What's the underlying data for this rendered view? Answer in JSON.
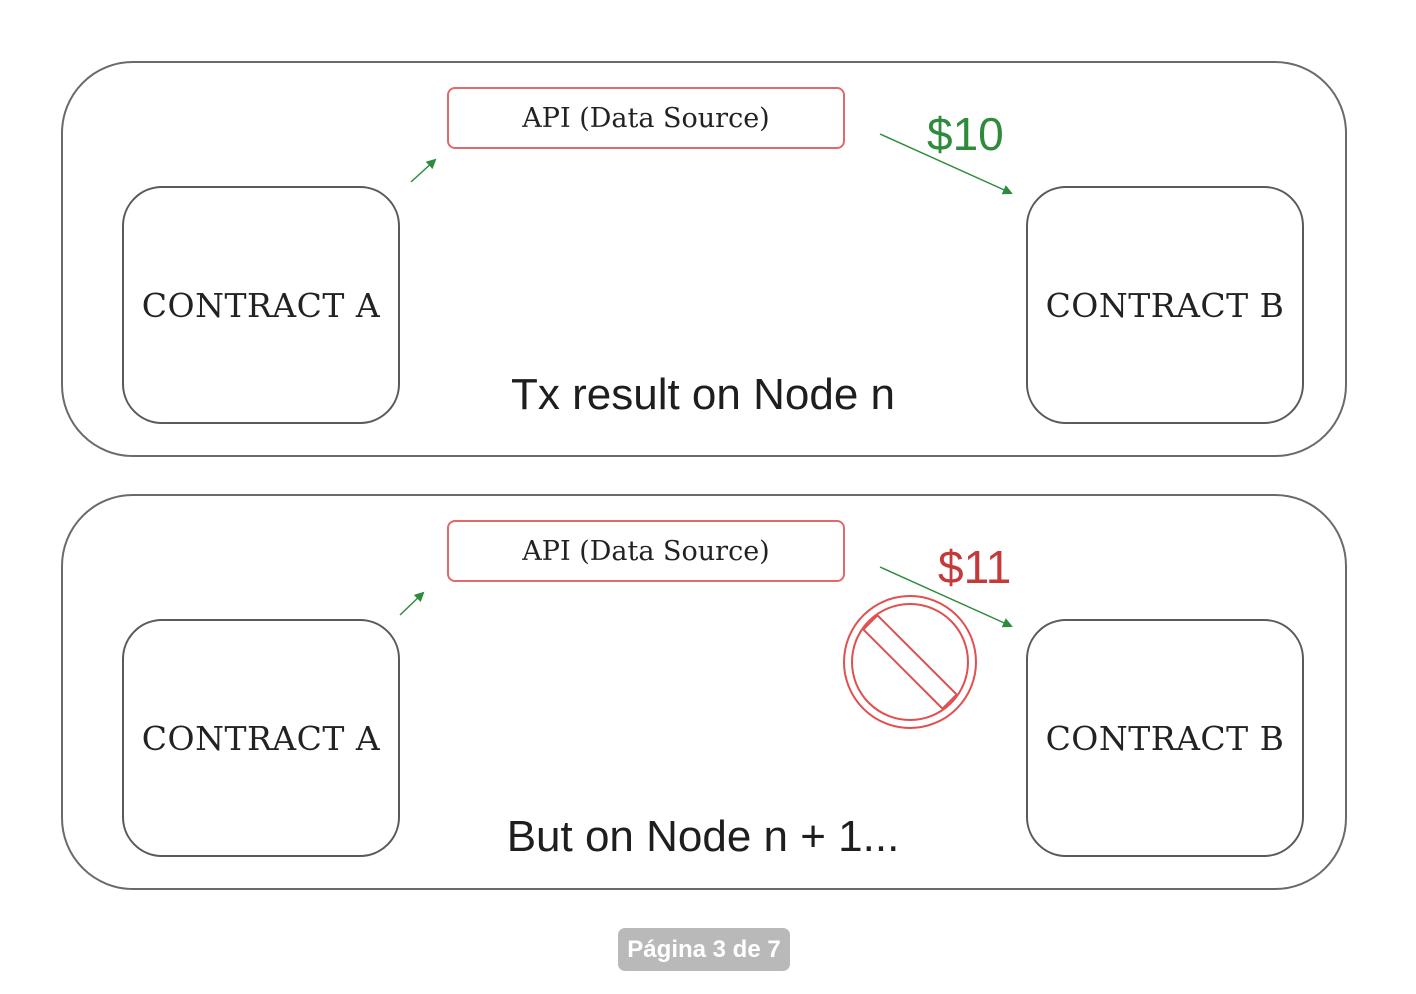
{
  "panels": [
    {
      "contract_a": "CONTRACT A",
      "api": "API (Data Source)",
      "price": "$10",
      "price_color": "#2e8b3c",
      "contract_b": "CONTRACT B",
      "caption": "Tx result on Node n",
      "blocked": false
    },
    {
      "contract_a": "CONTRACT A",
      "api": "API (Data Source)",
      "price": "$11",
      "price_color": "#c43a3a",
      "contract_b": "CONTRACT B",
      "caption": "But on Node n + 1...",
      "blocked": true,
      "blocked_icon": "no-entry-icon"
    }
  ],
  "colors": {
    "arrow": "#2e8b3c",
    "api_border": "#e06a6a",
    "blocked": "#e05050"
  },
  "footer": {
    "page_indicator": "Página 3 de 7"
  }
}
